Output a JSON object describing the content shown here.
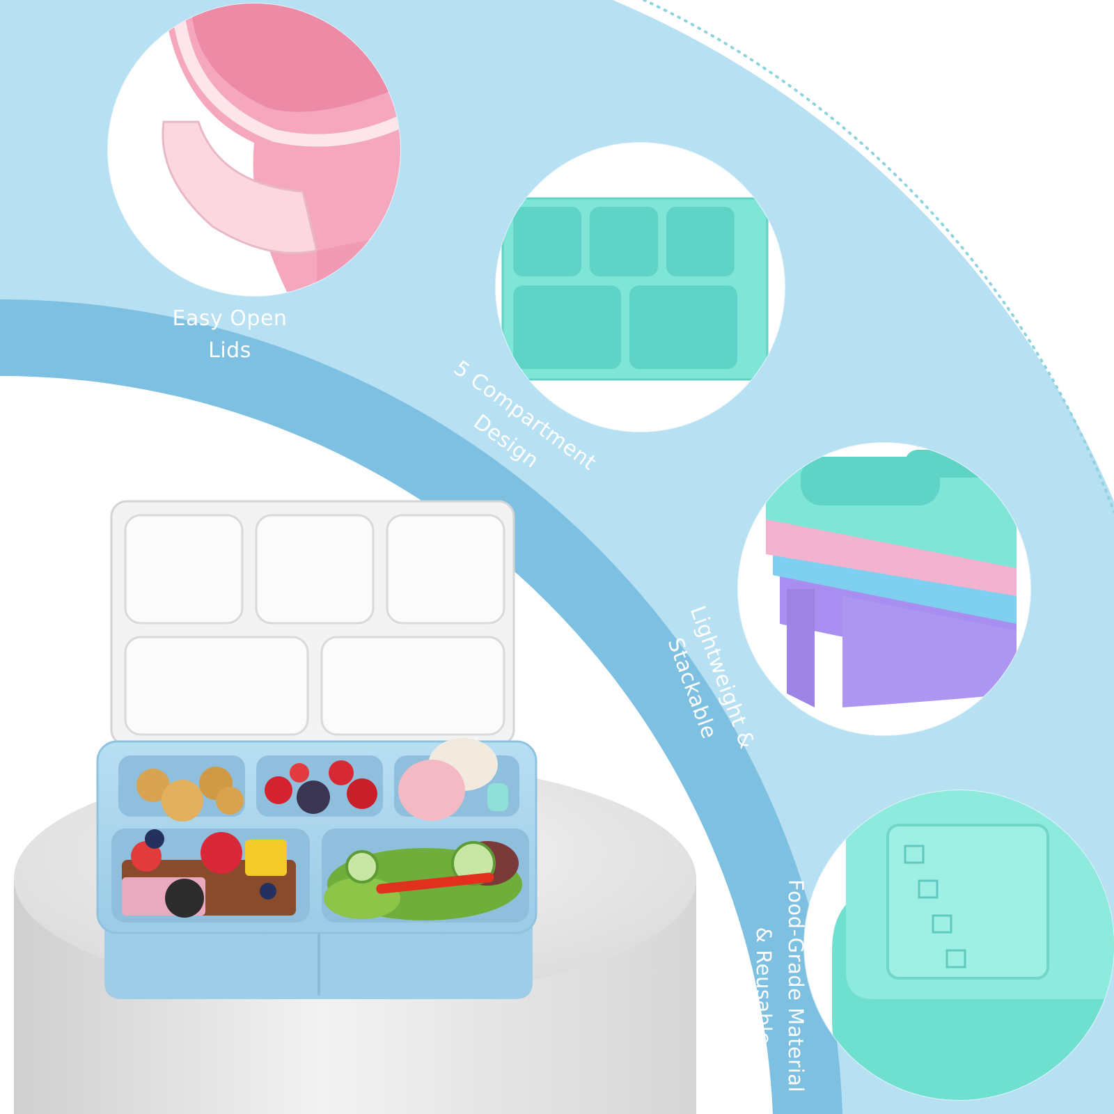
{
  "features": {
    "easy_open_lids": [
      "Easy Open",
      "Lids"
    ],
    "compartment_design": [
      "5 Compartment",
      "Design"
    ],
    "lightweight_stackable": [
      "Lightweight &",
      "Stackable"
    ],
    "food_grade": [
      "Food-Grade Material",
      "& Reusable"
    ]
  },
  "colors": {
    "band": "#7ec0e2",
    "background_blue": "#b7e0f3",
    "dots": "#8fd3dc",
    "lunchbox_blue": "#aad7ef",
    "teal": "#7fe6d7",
    "pink": "#f39bb2",
    "purple": "#a88ef0"
  },
  "icons": [
    "pink-lid-closeup-image",
    "teal-tray-image",
    "stacked-boxes-image",
    "teal-corner-closeup-image",
    "bento-box-with-food-image"
  ]
}
